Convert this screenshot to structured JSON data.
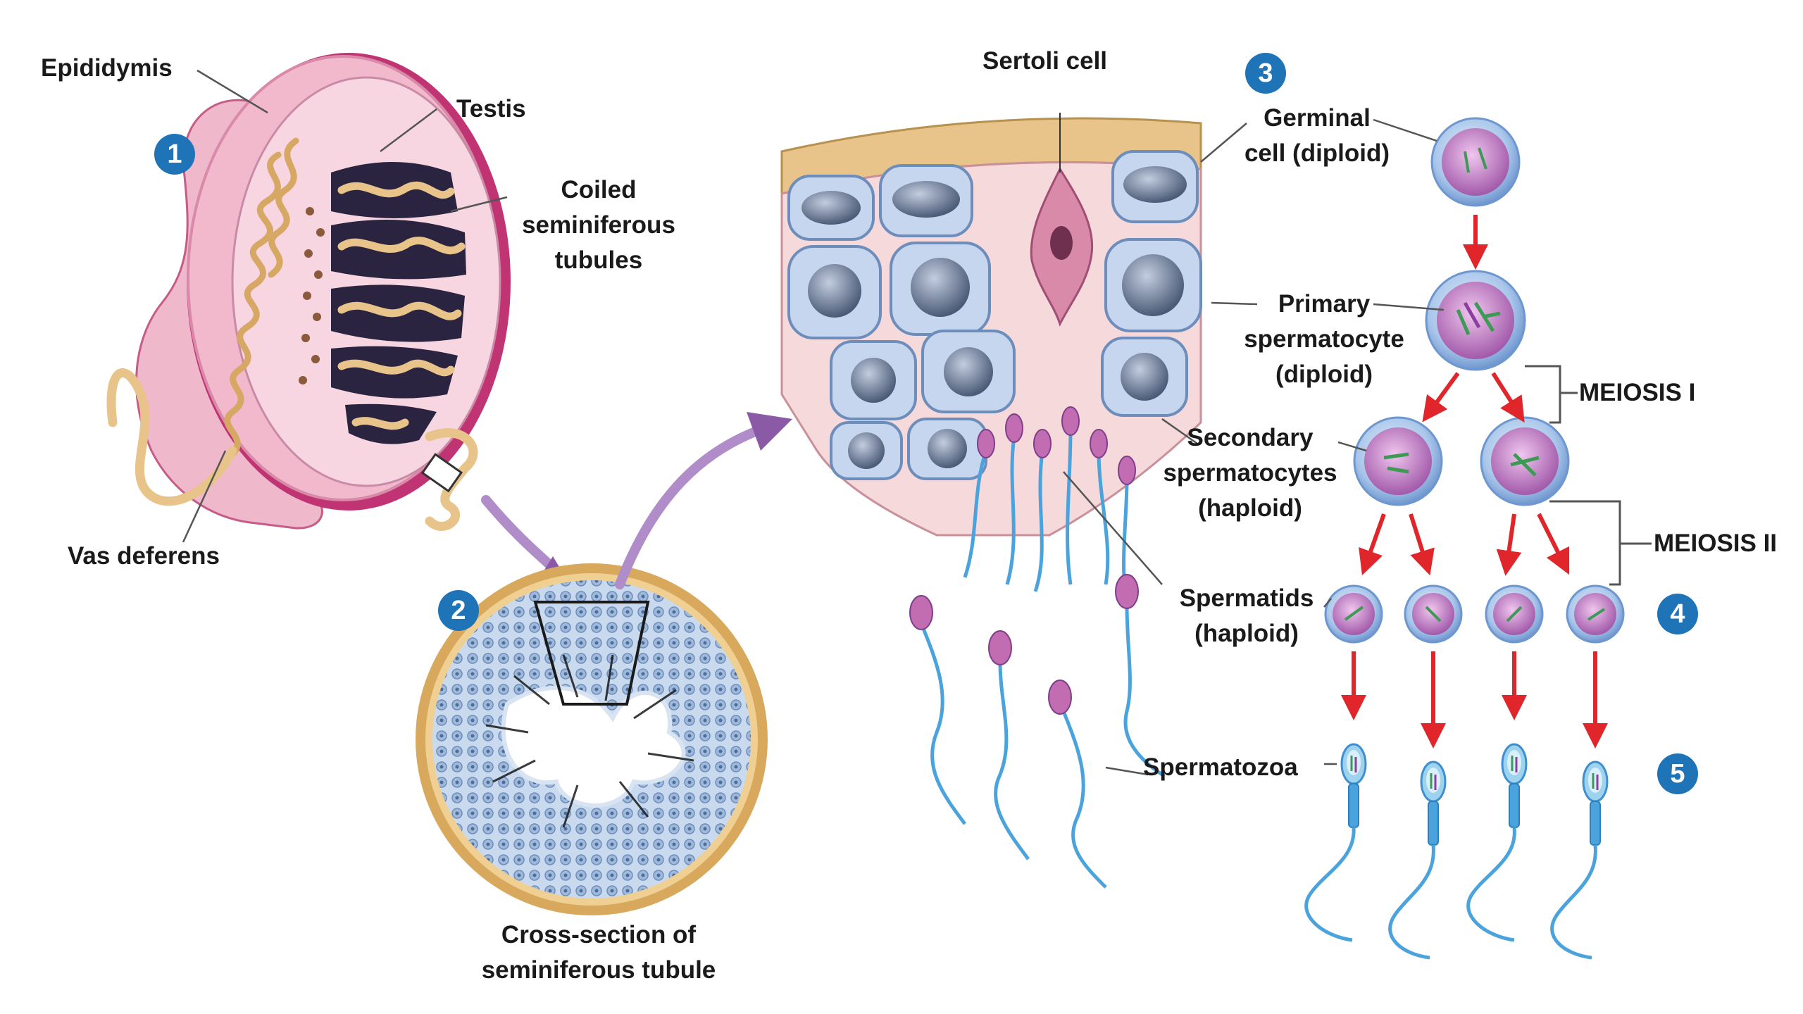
{
  "labels": {
    "epididymis": "Epididymis",
    "testis": "Testis",
    "coiled_tubules": [
      "Coiled",
      "seminiferous",
      "tubules"
    ],
    "vas_deferens": "Vas deferens",
    "cross_section": [
      "Cross-section of",
      "seminiferous tubule"
    ],
    "sertoli_cell": "Sertoli cell",
    "germinal_cell": [
      "Germinal",
      "cell (diploid)"
    ],
    "primary_spermatocyte": [
      "Primary",
      "spermatocyte",
      "(diploid)"
    ],
    "secondary_spermatocytes": [
      "Secondary",
      "spermatocytes",
      "(haploid)"
    ],
    "spermatids": [
      "Spermatids",
      "(haploid)"
    ],
    "spermatozoa": "Spermatozoa",
    "meiosis_1": "MEIOSIS I",
    "meiosis_2": "MEIOSIS II"
  },
  "steps": [
    "1",
    "2",
    "3",
    "4",
    "5"
  ],
  "colors": {
    "badge": "#1f73b7",
    "arrow_red": "#e0262b",
    "cell_outer": "#8fb4de",
    "cell_inner": "#b070b8",
    "testis_pink": "#e89bb6",
    "tubule_tan": "#e8c48a",
    "purple_arrow": "#9c6fb0"
  }
}
